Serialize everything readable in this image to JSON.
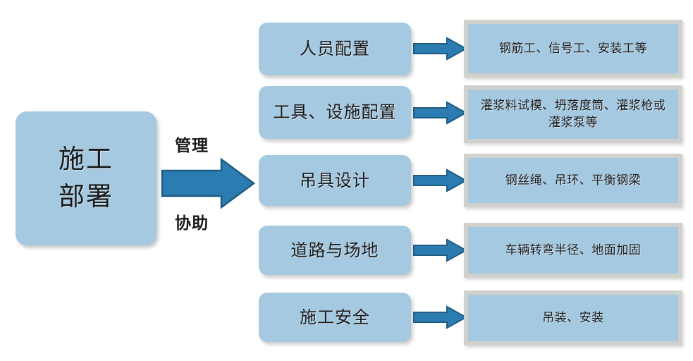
{
  "diagram": {
    "title": "施工部署",
    "root": {
      "label": "施工\n部署"
    },
    "edge_labels": {
      "top": "管理",
      "bottom": "协助"
    },
    "colors": {
      "node_fill": "#a6c9e2",
      "arrow_fill": "#2b7cb0",
      "arrow_stroke": "#1f5c85",
      "right_border": "#d0d0cd",
      "text": "#1a1a1a",
      "background": "#ffffff"
    },
    "rows": [
      {
        "category": "人员配置",
        "detail": "钢筋工、信号工、安装工等"
      },
      {
        "category": "工具、设施配置",
        "detail": "灌浆料试模、坍落度筒、灌浆枪或灌浆泵等"
      },
      {
        "category": "吊具设计",
        "detail": "钢丝绳、吊环、平衡钢梁"
      },
      {
        "category": "道路与场地",
        "detail": "车辆转弯半径、地面加固"
      },
      {
        "category": "施工安全",
        "detail": "吊装、安装"
      }
    ]
  }
}
